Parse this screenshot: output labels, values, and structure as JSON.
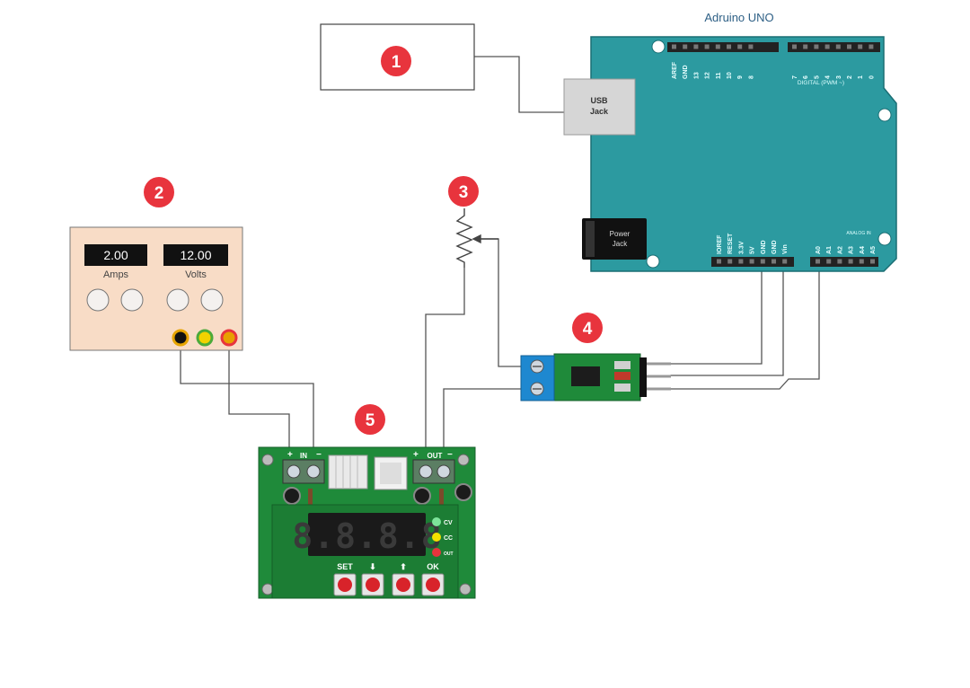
{
  "arduino": {
    "title": "Adruino UNO",
    "usb_jack_line1": "USB",
    "usb_jack_line2": "Jack",
    "power_jack_line1": "Power",
    "power_jack_line2": "Jack",
    "digital_label": "DIGITAL (PWM ~)",
    "top_pin_labels": [
      "AREF",
      "GND",
      "13",
      "12",
      "11",
      "10",
      "9",
      "8",
      "7",
      "6",
      "5",
      "4",
      "3",
      "2",
      "1",
      "0"
    ],
    "power_pin_labels": [
      "IOREF",
      "RESET",
      "3.3V",
      "5V",
      "GND",
      "GND",
      "Vin"
    ],
    "analog_pin_labels": [
      "A0",
      "A1",
      "A2",
      "A3",
      "A4",
      "A5"
    ],
    "analog_in_label": "ANALOG IN",
    "board_color": "#2c9aa0"
  },
  "badges": [
    "1",
    "2",
    "3",
    "4",
    "5"
  ],
  "badge_color": "#e8343d",
  "power_supply": {
    "amps_value": "2.00",
    "amps_label": "Amps",
    "volts_value": "12.00",
    "volts_label": "Volts",
    "body_color": "#f8dcc6"
  },
  "buck_converter": {
    "in_label": "IN",
    "out_label": "OUT",
    "plus": "+",
    "minus": "−",
    "display_text": "8.8.8.8",
    "indicators": [
      "CV",
      "CC",
      "OUT"
    ],
    "buttons": [
      "SET",
      "⬇",
      "⬆",
      "OK"
    ],
    "board_color": "#1f8a3a"
  },
  "current_sensor": {
    "board_color": "#1f8a3a"
  }
}
